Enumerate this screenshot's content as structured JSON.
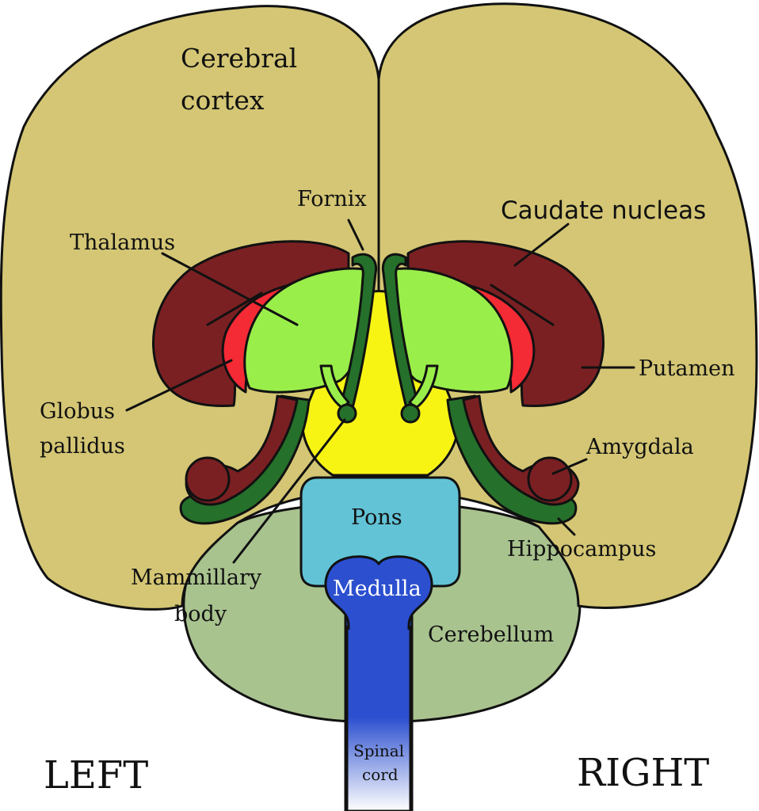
{
  "labels": {
    "cerebral_cortex_1": "Cerebral",
    "cerebral_cortex_2": "cortex",
    "fornix": "Fornix",
    "caudate_nucleus": "Caudate nucleas",
    "thalamus": "Thalamus",
    "putamen": "Putamen",
    "globus_pallidus_1": "Globus",
    "globus_pallidus_2": "pallidus",
    "amygdala": "Amygdala",
    "pons": "Pons",
    "hippocampus": "Hippocampus",
    "mammillary_body_1": "Mammillary",
    "mammillary_body_2": "body",
    "medulla": "Medulla",
    "cerebellum": "Cerebellum",
    "spinal_cord_1": "Spinal",
    "spinal_cord_2": "cord",
    "left": "LEFT",
    "right": "RIGHT"
  },
  "colors": {
    "cortex": "#d4c674",
    "cerebellum": "#a9c38f",
    "caudate": "#7a2023",
    "globus_pallidus": "#f42a35",
    "thalamus": "#9aee4a",
    "hypothalamus": "#f7f414",
    "fornix_hippocampus": "#25702b",
    "pons": "#62c3d6",
    "medulla": "#2b4fcf",
    "spinal_cord_fade": "#ffffff"
  }
}
